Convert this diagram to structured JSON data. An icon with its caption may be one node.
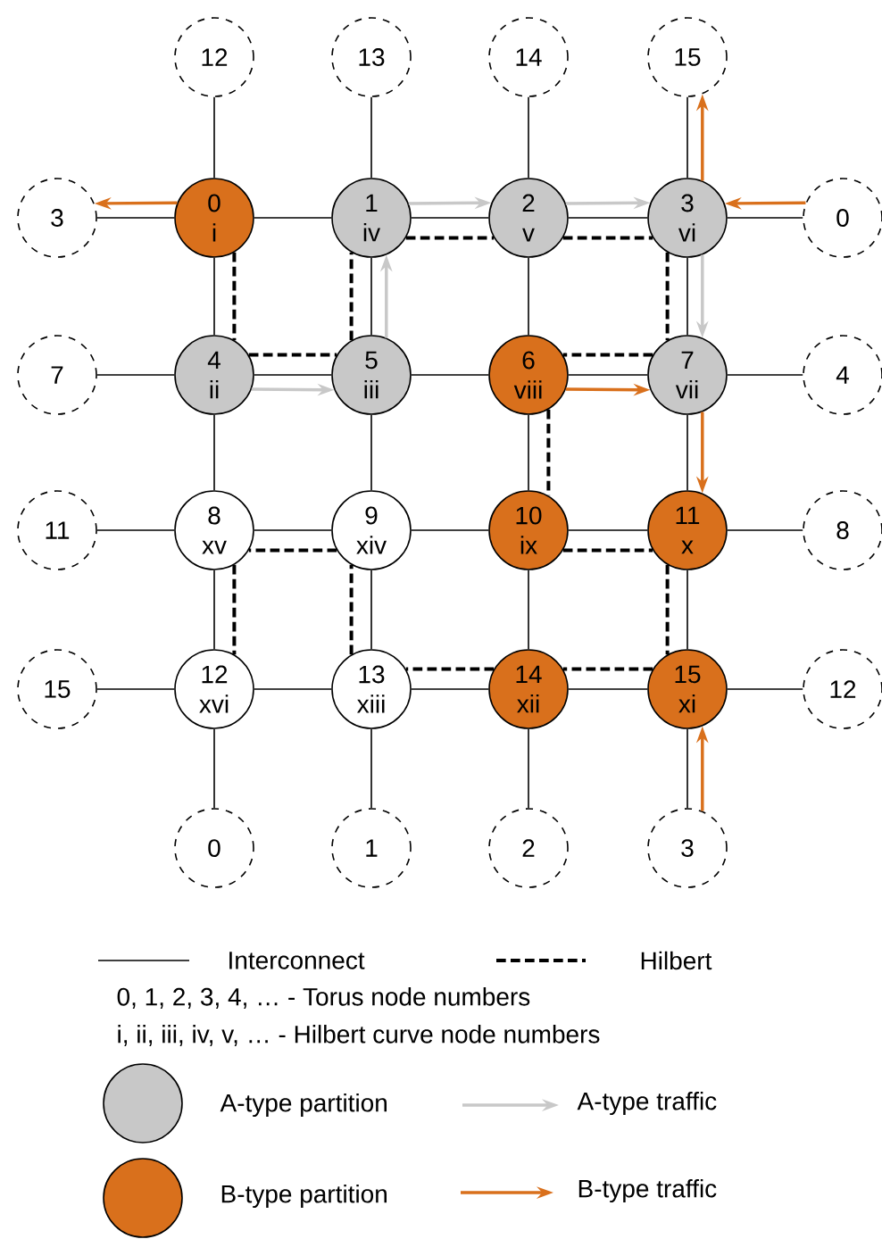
{
  "diagram": {
    "nodes": [
      {
        "text": [
          "12"
        ]
      },
      {
        "text": [
          "13"
        ]
      },
      {
        "text": [
          "14"
        ]
      },
      {
        "text": [
          "15"
        ]
      },
      {
        "text": [
          "3"
        ]
      },
      {
        "text": [
          "0",
          "i"
        ]
      },
      {
        "text": [
          "1",
          "iv"
        ]
      },
      {
        "text": [
          "2",
          "v"
        ]
      },
      {
        "text": [
          "3",
          "vi"
        ]
      },
      {
        "text": [
          "0"
        ]
      },
      {
        "text": [
          "7"
        ]
      },
      {
        "text": [
          "4",
          "ii"
        ]
      },
      {
        "text": [
          "5",
          "iii"
        ]
      },
      {
        "text": [
          "6",
          "viii"
        ]
      },
      {
        "text": [
          "7",
          "vii"
        ]
      },
      {
        "text": [
          "4"
        ]
      },
      {
        "text": [
          "11"
        ]
      },
      {
        "text": [
          "8",
          "xv"
        ]
      },
      {
        "text": [
          "9",
          "xiv"
        ]
      },
      {
        "text": [
          "10",
          "ix"
        ]
      },
      {
        "text": [
          "11",
          "x"
        ]
      },
      {
        "text": [
          "8"
        ]
      },
      {
        "text": [
          "15"
        ]
      },
      {
        "text": [
          "12",
          "xvi"
        ]
      },
      {
        "text": [
          "13",
          "xiii"
        ]
      },
      {
        "text": [
          "14",
          "xii"
        ]
      },
      {
        "text": [
          "15",
          "xi"
        ]
      },
      {
        "text": [
          "12"
        ]
      },
      {
        "text": [
          "0"
        ]
      },
      {
        "text": [
          "1"
        ]
      },
      {
        "text": [
          "2"
        ]
      },
      {
        "text": [
          "3"
        ]
      }
    ],
    "edges": [
      {
        "from": 5,
        "to": 6,
        "arrow": "none"
      },
      {
        "from": 6,
        "to": 7,
        "arrow": "none"
      },
      {
        "from": 7,
        "to": 8,
        "arrow": "none"
      },
      {
        "from": 11,
        "to": 12,
        "arrow": "none"
      },
      {
        "from": 12,
        "to": 13,
        "arrow": "none"
      },
      {
        "from": 13,
        "to": 14,
        "arrow": "none"
      },
      {
        "from": 17,
        "to": 18,
        "arrow": "none"
      },
      {
        "from": 18,
        "to": 19,
        "arrow": "none"
      },
      {
        "from": 19,
        "to": 20,
        "arrow": "none"
      },
      {
        "from": 23,
        "to": 24,
        "arrow": "none"
      },
      {
        "from": 24,
        "to": 25,
        "arrow": "none"
      },
      {
        "from": 25,
        "to": 26,
        "arrow": "none"
      },
      {
        "from": 5,
        "to": 11,
        "arrow": "none"
      },
      {
        "from": 11,
        "to": 17,
        "arrow": "none"
      },
      {
        "from": 17,
        "to": 23,
        "arrow": "none"
      },
      {
        "from": 6,
        "to": 12,
        "arrow": "none"
      },
      {
        "from": 12,
        "to": 18,
        "arrow": "none"
      },
      {
        "from": 18,
        "to": 24,
        "arrow": "none"
      },
      {
        "from": 7,
        "to": 13,
        "arrow": "none"
      },
      {
        "from": 13,
        "to": 19,
        "arrow": "none"
      },
      {
        "from": 19,
        "to": 25,
        "arrow": "none"
      },
      {
        "from": 8,
        "to": 14,
        "arrow": "none"
      },
      {
        "from": 14,
        "to": 20,
        "arrow": "none"
      },
      {
        "from": 20,
        "to": 26,
        "arrow": "none"
      },
      {
        "from": 5,
        "to": 4,
        "arrow": "none"
      },
      {
        "from": 8,
        "to": 9,
        "arrow": "none"
      },
      {
        "from": 11,
        "to": 10,
        "arrow": "none"
      },
      {
        "from": 14,
        "to": 15,
        "arrow": "none"
      },
      {
        "from": 17,
        "to": 16,
        "arrow": "none"
      },
      {
        "from": 20,
        "to": 21,
        "arrow": "none"
      },
      {
        "from": 23,
        "to": 22,
        "arrow": "none"
      },
      {
        "from": 26,
        "to": 27,
        "arrow": "none"
      },
      {
        "from": 5,
        "to": 0,
        "arrow": "none"
      },
      {
        "from": 6,
        "to": 1,
        "arrow": "none"
      },
      {
        "from": 7,
        "to": 2,
        "arrow": "none"
      },
      {
        "from": 8,
        "to": 3,
        "arrow": "none"
      },
      {
        "from": 23,
        "to": 28,
        "arrow": "none"
      },
      {
        "from": 24,
        "to": 29,
        "arrow": "none"
      },
      {
        "from": 25,
        "to": 30,
        "arrow": "none"
      },
      {
        "from": 26,
        "to": 31,
        "arrow": "none"
      },
      {
        "from": 5,
        "to": 11,
        "arrow": "none",
        "style": "dashed"
      },
      {
        "from": 11,
        "to": 12,
        "arrow": "none",
        "style": "dashed"
      },
      {
        "from": 12,
        "to": 6,
        "arrow": "none",
        "style": "dashed"
      },
      {
        "from": 6,
        "to": 7,
        "arrow": "none",
        "style": "dashed"
      },
      {
        "from": 7,
        "to": 8,
        "arrow": "none",
        "style": "dashed"
      },
      {
        "from": 8,
        "to": 14,
        "arrow": "none",
        "style": "dashed"
      },
      {
        "from": 14,
        "to": 13,
        "arrow": "none",
        "style": "dashed"
      },
      {
        "from": 13,
        "to": 19,
        "arrow": "none",
        "style": "dashed"
      },
      {
        "from": 19,
        "to": 20,
        "arrow": "none",
        "style": "dashed"
      },
      {
        "from": 20,
        "to": 26,
        "arrow": "none",
        "style": "dashed"
      },
      {
        "from": 26,
        "to": 25,
        "arrow": "none",
        "style": "dashed"
      },
      {
        "from": 25,
        "to": 24,
        "arrow": "none",
        "style": "dashed"
      },
      {
        "from": 24,
        "to": 18,
        "arrow": "none",
        "style": "dashed"
      },
      {
        "from": 18,
        "to": 17,
        "arrow": "none",
        "style": "dashed"
      },
      {
        "from": 17,
        "to": 23,
        "arrow": "none",
        "style": "dashed"
      },
      {
        "from": 6,
        "to": 7,
        "arrow": "to",
        "color": "#c8c8c8"
      },
      {
        "from": 7,
        "to": 8,
        "arrow": "to",
        "color": "#c8c8c8"
      },
      {
        "from": 12,
        "to": 6,
        "arrow": "to",
        "color": "#c8c8c8"
      },
      {
        "from": 11,
        "to": 12,
        "arrow": "to",
        "color": "#c8c8c8"
      },
      {
        "from": 8,
        "to": 14,
        "arrow": "to",
        "color": "#c8c8c8"
      },
      {
        "from": 5,
        "to": 4,
        "arrow": "to",
        "color": "#d9701c"
      },
      {
        "from": 9,
        "to": 8,
        "arrow": "to",
        "color": "#d9701c"
      },
      {
        "from": 8,
        "to": 3,
        "arrow": "to",
        "color": "#d9701c"
      },
      {
        "from": 13,
        "to": 14,
        "arrow": "to",
        "color": "#d9701c"
      },
      {
        "from": 14,
        "to": 20,
        "arrow": "to",
        "color": "#d9701c"
      },
      {
        "from": 31,
        "to": 26,
        "arrow": "to",
        "color": "#d9701c"
      }
    ],
    "labels": [
      "0, 1, 2, 3, 4, … - Torus node numbers",
      "i, ii, iii, iv, v, … - Hilbert curve node numbers"
    ],
    "legend": [
      {
        "text": "Interconnect"
      },
      {
        "text": "Hilbert"
      },
      {
        "text": "A-type partition",
        "color": "#c8c8c8"
      },
      {
        "text": "A-type traffic"
      },
      {
        "text": "B-type partition",
        "color": "#d9701c"
      },
      {
        "text": "B-type traffic"
      }
    ]
  }
}
